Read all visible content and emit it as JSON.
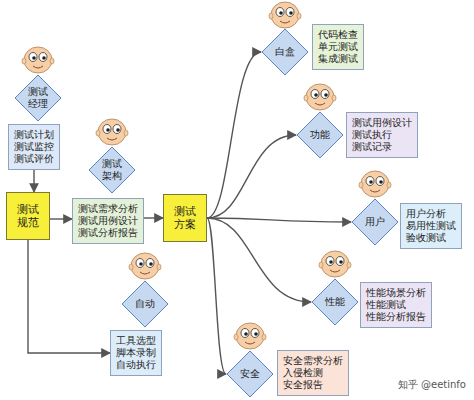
{
  "diagram": {
    "nodes": [
      {
        "text": [
          "测试经理"
        ]
      },
      {
        "text": [
          "测试计划 测试监控 测试评价"
        ]
      },
      {
        "text": [
          "测试规范"
        ]
      },
      {
        "text": [
          "测试架构"
        ]
      },
      {
        "text": [
          "测试需求分析 测试用例设计 测试分析报告"
        ]
      },
      {
        "text": [
          "测试方案"
        ]
      },
      {
        "text": [
          "白盒"
        ]
      },
      {
        "text": [
          "代码检查 单元测试 集成测试"
        ]
      },
      {
        "text": [
          "功能"
        ]
      },
      {
        "text": [
          "测试用例设计 测试执行 测试记录"
        ]
      },
      {
        "text": [
          "用户"
        ]
      },
      {
        "text": [
          "用户分析 易用性测试 验收测试"
        ]
      },
      {
        "text": [
          "性能"
        ]
      },
      {
        "text": [
          "性能场景分析 性能测试 性能分析报告"
        ]
      },
      {
        "text": [
          "自动"
        ]
      },
      {
        "text": [
          "工具选型 脚本录制 自动执行"
        ]
      },
      {
        "text": [
          "安全"
        ]
      },
      {
        "text": [
          "安全需求分析 入侵检测 安全报告"
        ]
      }
    ],
    "edges": [
      {
        "from": 1,
        "to": 2,
        "arrow": "to"
      },
      {
        "from": 2,
        "to": 4,
        "arrow": "to"
      },
      {
        "from": 4,
        "to": 5,
        "arrow": "to"
      },
      {
        "from": 2,
        "to": 15,
        "arrow": "to"
      },
      {
        "from": 5,
        "to": 6,
        "arrow": "to"
      },
      {
        "from": 5,
        "to": 8,
        "arrow": "to"
      },
      {
        "from": 5,
        "to": 10,
        "arrow": "to"
      },
      {
        "from": 5,
        "to": 12,
        "arrow": "to"
      },
      {
        "from": 5,
        "to": 16,
        "arrow": "to"
      }
    ],
    "labels": [
      "知乎 @eetinfo"
    ]
  }
}
